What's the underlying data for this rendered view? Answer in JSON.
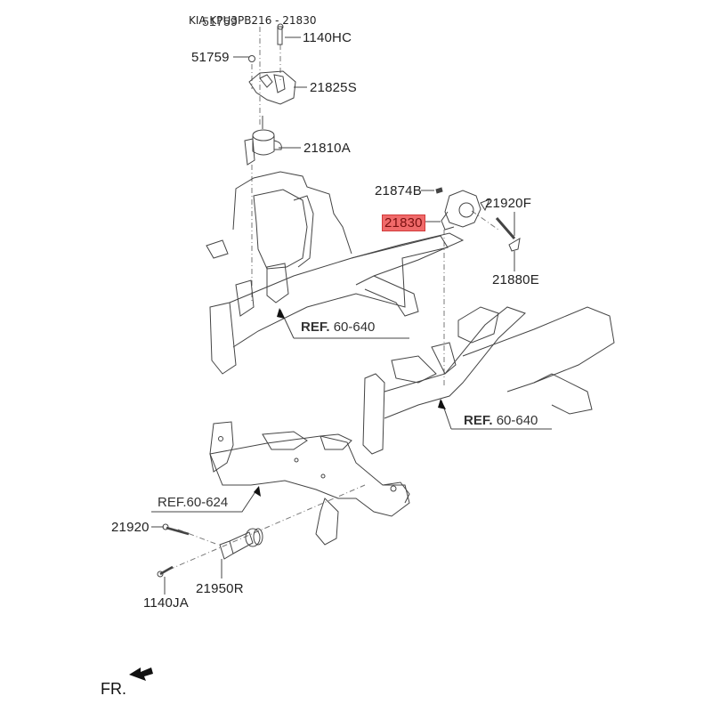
{
  "header": {
    "title": "KIA KPU3PB216 - 21830"
  },
  "parts": {
    "p51759_top": "51759",
    "p1140HC": "1140HC",
    "p51759": "51759",
    "p21825S": "21825S",
    "p21810A": "21810A",
    "p21874B": "21874B",
    "p21830": "21830",
    "p21920F": "21920F",
    "p21880E": "21880E",
    "p21920": "21920",
    "p21950R": "21950R",
    "p1140JA": "1140JA"
  },
  "refs": [
    {
      "prefix": "REF.",
      "code": "60-640"
    },
    {
      "prefix": "REF.",
      "code": "60-640"
    },
    {
      "prefix": "REF.",
      "code": "60-624"
    }
  ],
  "highlight": {
    "part": "21830",
    "color": "#f06a6a"
  },
  "orientation": {
    "label": "FR."
  }
}
